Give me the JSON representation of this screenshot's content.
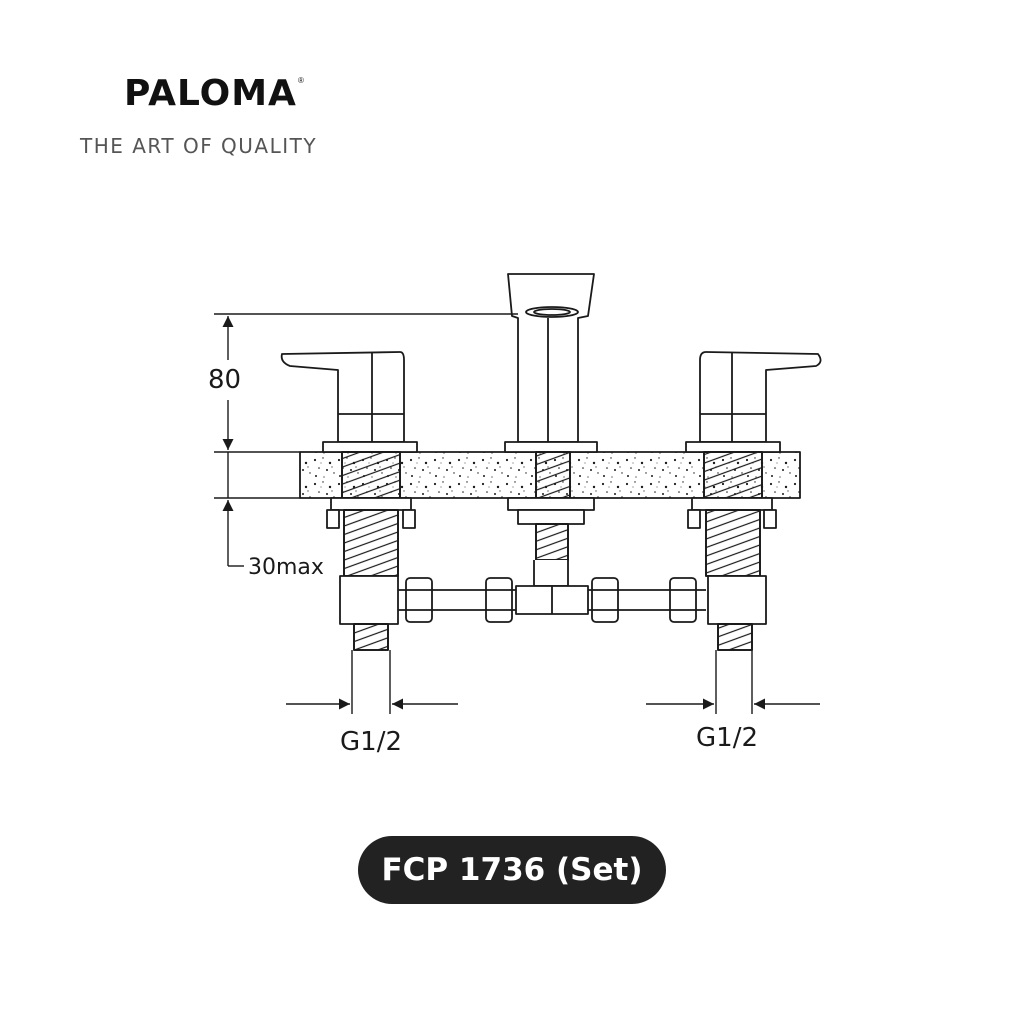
{
  "brand": {
    "name": "PALOMA",
    "registered": "®",
    "tagline": "THE ART OF QUALITY"
  },
  "diagram": {
    "dimensions": {
      "height": "80",
      "thickness": "30max",
      "left_thread": "G1/2",
      "right_thread": "G1/2"
    }
  },
  "model": {
    "label": "FCP 1736 (Set)"
  },
  "colors": {
    "line": "#1a1a1a",
    "pill": "#222222",
    "tagline": "#555555"
  }
}
